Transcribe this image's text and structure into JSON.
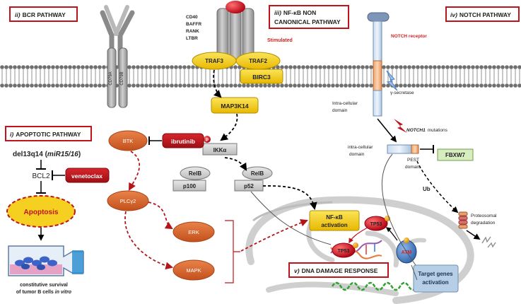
{
  "pathways": {
    "bcr": {
      "num": "ii)",
      "title": "BCR PATHWAY"
    },
    "nfkb": {
      "num": "iii)",
      "title_line1": "NF-κB NON",
      "title_line2": "CANONICAL PATHWAY"
    },
    "notch": {
      "num": "iv)",
      "title": "NOTCH PATHWAY"
    },
    "apoptotic": {
      "num": "i)",
      "title": "APOPTOTIC PATHWAY"
    },
    "dna": {
      "num": "v)",
      "title": "DNA DAMAGE RESPONSE"
    }
  },
  "receptors": {
    "cd79a": "CD79A",
    "cd79b": "CD79B",
    "ligands": [
      "CD40",
      "BAFFR",
      "RANK",
      "LTBR"
    ],
    "stimulated": "Stimulated",
    "notch_receptor": "NOTCH receptor"
  },
  "nodes": {
    "traf3": "TRAF3",
    "traf2": "TRAF2",
    "birc3": "BIRC3",
    "map3k14": "MAP3K14",
    "p": "P",
    "ikka": "IKKα",
    "relb1": "RelB",
    "p100": "p100",
    "relb2": "RelB",
    "p52": "p52",
    "btk": "BTK",
    "ibrutinib": "ibrutinib",
    "plcg2": "PLCγ2",
    "erk": "ERK",
    "mapk": "MAPK",
    "nfkb_act_line1": "NF-κB",
    "nfkb_act_line2": "activation",
    "tp53": "TP53",
    "atm": "ATM",
    "target_line1": "Target genes",
    "target_line2": "activation",
    "fbxw7": "FBXW7",
    "ub": "Ub"
  },
  "notch_labels": {
    "gamma_secretase": "γ-secretase",
    "intracellular1_line1": "Intra-cellular",
    "intracellular1_line2": "domain",
    "mutation_gene": "NOTCH1",
    "mutation_suffix": "mutations",
    "intracellular2_line1": "intra-cellular",
    "intracellular2_line2": "domain",
    "pest_line1": "PEST",
    "pest_line2": "domain",
    "proteosomal_line1": "Proteosomal",
    "proteosomal_line2": "degradation"
  },
  "apoptotic": {
    "del_prefix": "del13q14 (",
    "del_mir": "miR15/16",
    "del_suffix": ")",
    "bcl2": "BCL2",
    "venetoclax": "venetoclax",
    "apoptosis": "Apoptosis",
    "survival_line1": "constitutive survival",
    "survival_line2_prefix": "of tumor B cells ",
    "survival_line2_italic": "in vitro"
  },
  "colors": {
    "box_border": "#c0141c",
    "drug_red": "#c0141c",
    "yellow": "#f5d020",
    "orange": "#d9622b",
    "grey_receptor": "#a6a6a6",
    "stimulated": "#d62020",
    "green_box": "#d7edc0",
    "blue_box": "#b7cfe6"
  }
}
